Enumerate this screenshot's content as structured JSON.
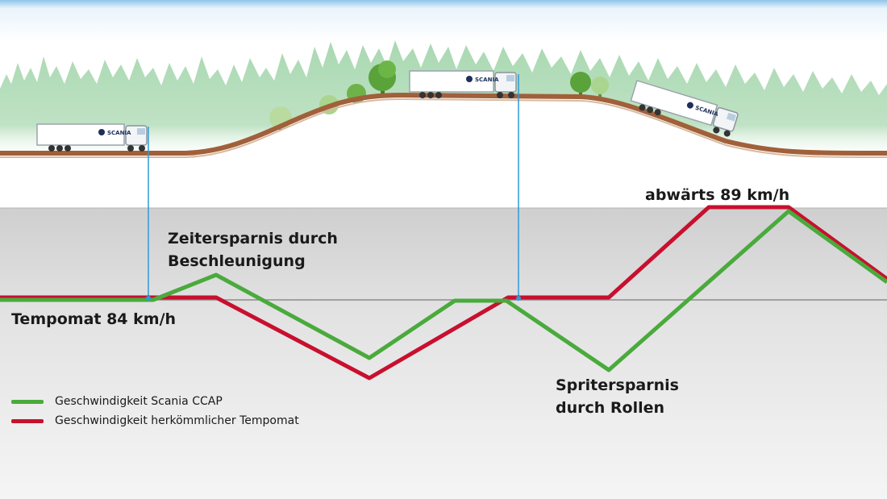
{
  "annotations": {
    "acceleration": "Zeitersparnis durch",
    "acceleration_2": "Beschleunigung",
    "cruise": "Tempomat 84 km/h",
    "downhill": "abwärts 89 km/h",
    "rolling": "Spritersparnis",
    "rolling_2": "durch Rollen"
  },
  "legend": [
    {
      "label": "Geschwindigkeit Scania CCAP",
      "color": "#4aaa3c"
    },
    {
      "label": "Geschwindigkeit herkömmlicher Tempomat",
      "color": "#c8102e"
    }
  ],
  "trucks": [
    {
      "name": "truck-flat",
      "brand": "SCANIA"
    },
    {
      "name": "truck-hilltop",
      "brand": "SCANIA"
    },
    {
      "name": "truck-downhill",
      "brand": "SCANIA"
    }
  ],
  "colors": {
    "scania_line": "#4aaa3c",
    "conventional_line": "#c8102e",
    "road": "#a0603a",
    "marker": "#2f9ad6",
    "trees": "#9fd2a6"
  },
  "icons": [
    "tree-icon",
    "truck-icon"
  ]
}
